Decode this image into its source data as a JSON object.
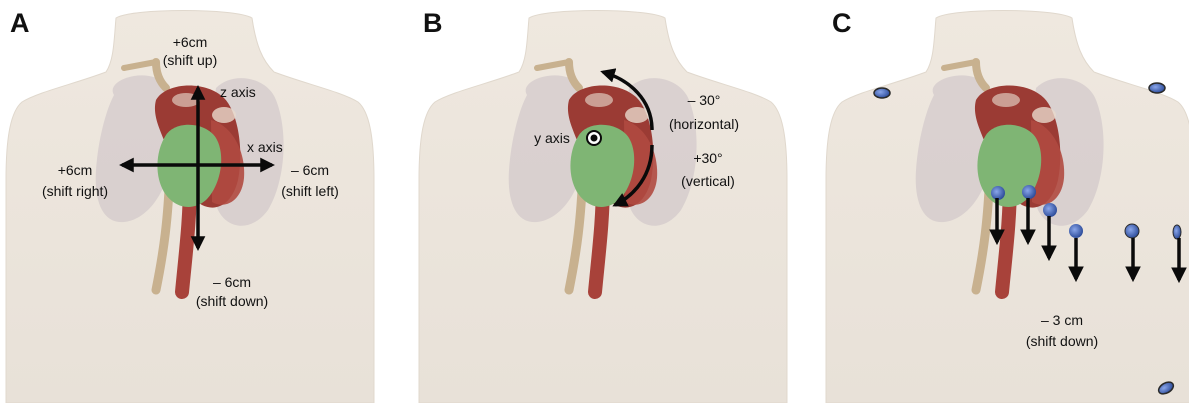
{
  "panels": {
    "a": {
      "letter": "A",
      "up_value": "+6cm",
      "up_note": "(shift up)",
      "z_axis": "z axis",
      "x_axis": "x axis",
      "right_value": "+6cm",
      "right_note": "(shift right)",
      "left_value": "– 6cm",
      "left_note": "(shift left)",
      "down_value": "– 6cm",
      "down_note": "(shift down)"
    },
    "b": {
      "letter": "B",
      "y_axis": "y axis",
      "horizontal_value": "– 30°",
      "horizontal_note": "(horizontal)",
      "vertical_value": "+30°",
      "vertical_note": "(vertical)"
    },
    "c": {
      "letter": "C",
      "shift_value": "– 3 cm",
      "shift_note": "(shift down)"
    }
  },
  "colors": {
    "torso": "#ede6dd",
    "lung": "#cfc4c8",
    "heart_red": "#9b3b34",
    "heart_green": "#7fb574",
    "aorta": "#a8423a",
    "vessel_tan": "#c8b18f",
    "electrode": "#4d73c9",
    "arrow": "#0a0a0a"
  }
}
